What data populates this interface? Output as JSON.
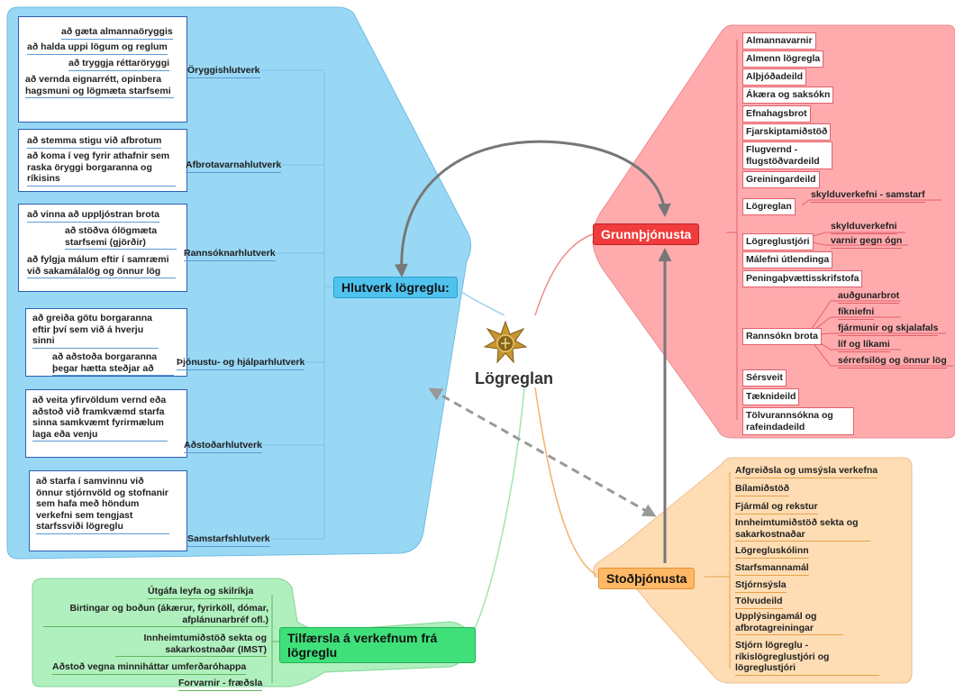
{
  "center": {
    "title": "Lögreglan",
    "icon": "police-star-badge-icon"
  },
  "colors": {
    "blue": "#8fd4f5",
    "red": "#ff9da0",
    "orange": "#ffd8a8",
    "green": "#a8efb8"
  },
  "blue": {
    "hub": "Hlutverk lögreglu:",
    "groups": [
      {
        "title": "Öryggishlutverk",
        "items": [
          "að gæta almannaöryggis",
          "að halda uppi lögum og reglum",
          "að tryggja réttaröryggi",
          "að vernda eignarrétt, opinbera hagsmuni og lögmæta starfsemi"
        ]
      },
      {
        "title": "Afbrotavarnahlutverk",
        "items": [
          "að stemma stigu við afbrotum",
          "að koma í veg fyrir athafnir sem raska öryggi borgaranna og ríkisins"
        ]
      },
      {
        "title": "Rannsóknarhlutverk",
        "items": [
          "að vinna að uppljóstran brota",
          "að stöðva ólögmæta starfsemi (gjörðir)",
          "að fylgja málum eftir í samræmi við sakamálalög og önnur lög"
        ]
      },
      {
        "title": "Þjónustu- og hjálparhlutverk",
        "items": [
          "að greiða götu borgaranna eftir því sem við á hverju sinni",
          "að aðstoða borgaranna þegar hætta steðjar að"
        ]
      },
      {
        "title": "Aðstoðarhlutverk",
        "items": [
          "að veita yfirvöldum vernd eða aðstoð við framkvæmd starfa sinna samkvæmt fyrirmælum laga eða venju"
        ]
      },
      {
        "title": "Samstarfshlutverk",
        "items": [
          "að starfa í samvinnu við önnur stjórnvöld og stofnanir sem hafa með höndum verkefni sem tengjast starfssviði lögreglu"
        ]
      }
    ]
  },
  "red": {
    "hub": "Grunnþjónusta",
    "items": [
      "Almannavarnir",
      "Almenn lögregla",
      "Alþjóðadeild",
      "Ákæra og saksókn",
      "Efnahagsbrot",
      "Fjarskiptamiðstöð",
      "Flugvernd - flugstöðvardeild",
      "Greiningardeild",
      "Lögreglan",
      "Lögreglustjóri",
      "Málefni útlendinga",
      "Peningaþvættisskrifstofa",
      "Rannsókn brota",
      "Sérsveit",
      "Tæknideild",
      "Tölvurannsókna og rafeindadeild"
    ],
    "sub_logreglan": [
      "skylduverkefni - samstarf"
    ],
    "sub_logreglustjori": [
      "skylduverkefni",
      "varnir gegn ógn"
    ],
    "sub_rannsokn": [
      "auðgunarbrot",
      "fíkniefni",
      "fjármunir og skjalafals",
      "líf og líkami",
      "sérrefsilög og önnur lög"
    ]
  },
  "orange": {
    "hub": "Stoðþjónusta",
    "items": [
      "Afgreiðsla og umsýsla verkefna",
      "Bílamiðstöð",
      "Fjármál og rekstur",
      "Innheimtumiðstöð sekta og sakarkostnaðar",
      "Lögregluskólinn",
      "Starfsmannamál",
      "Stjórnsýsla",
      "Tölvudeild",
      "Upplýsingamál og afbrotagreiningar",
      "Stjórn lögreglu - ríkislögreglustjóri og lögreglustjóri"
    ]
  },
  "green": {
    "hub": "Tilfærsla á verkefnum frá lögreglu",
    "items": [
      "Útgáfa leyfa og skilríkja",
      "Birtingar og boðun (ákærur, fyrirköll, dómar, afplánunarbréf ofl.)",
      "Innheimtumiðstöð sekta og sakarkostnaðar (IMST)",
      "Aðstoð vegna minniháttar umferðaróhappa",
      "Forvarnir - fræðsla"
    ]
  }
}
